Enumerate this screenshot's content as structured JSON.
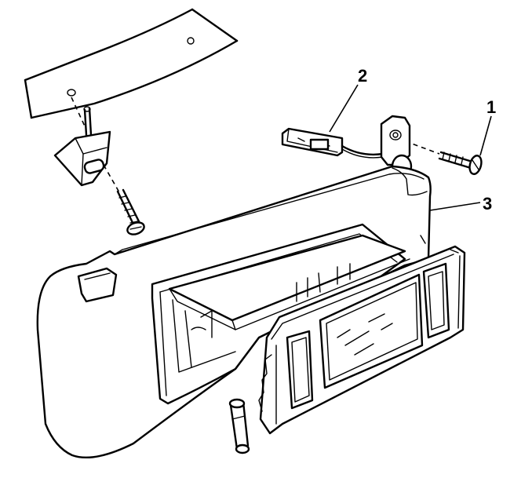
{
  "callouts": [
    {
      "id": "1",
      "label": "1",
      "part": "screw"
    },
    {
      "id": "2",
      "label": "2",
      "part": "lamp-connector"
    },
    {
      "id": "3",
      "label": "3",
      "part": "sunshade"
    }
  ]
}
